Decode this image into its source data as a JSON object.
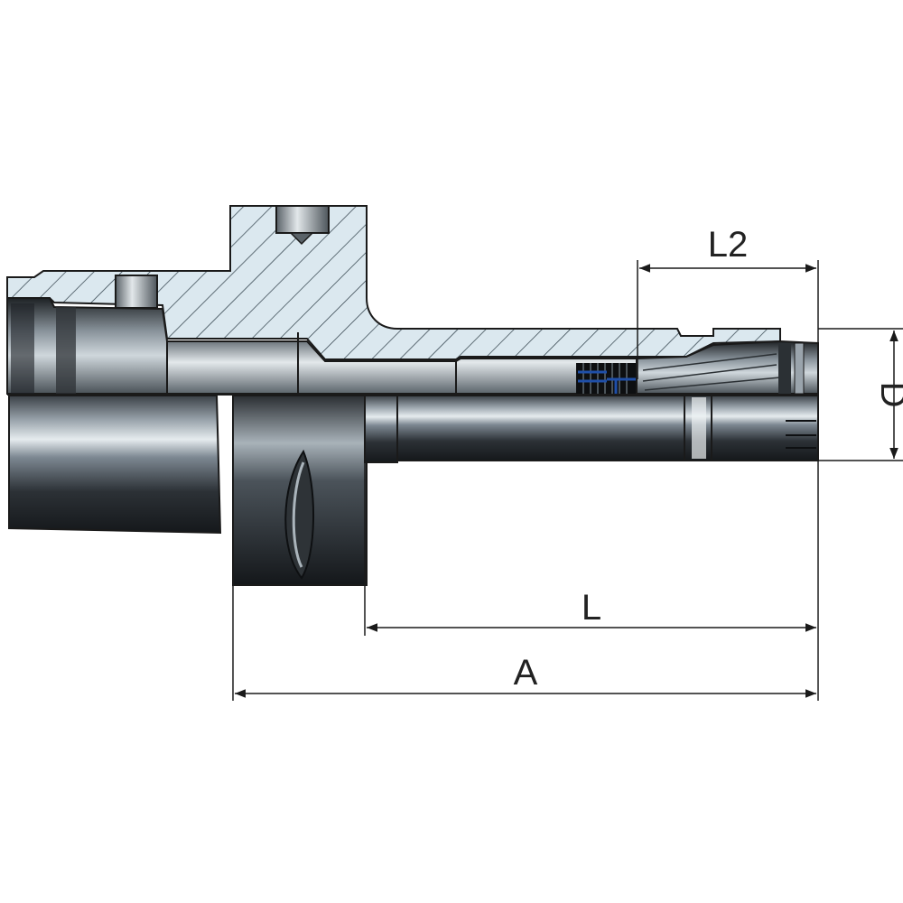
{
  "dimensions": {
    "l2": "L2",
    "d": "D",
    "l": "L",
    "a": "A"
  },
  "colors": {
    "section_fill": "#d8e6ee",
    "hatch": "#2a3a44",
    "outline": "#1a1a1a",
    "metal_dark": "#2b2f33",
    "metal_light": "#b9c2c8",
    "dimension_line": "#1a1a1a",
    "marker_blue": "#1f4fa8"
  }
}
